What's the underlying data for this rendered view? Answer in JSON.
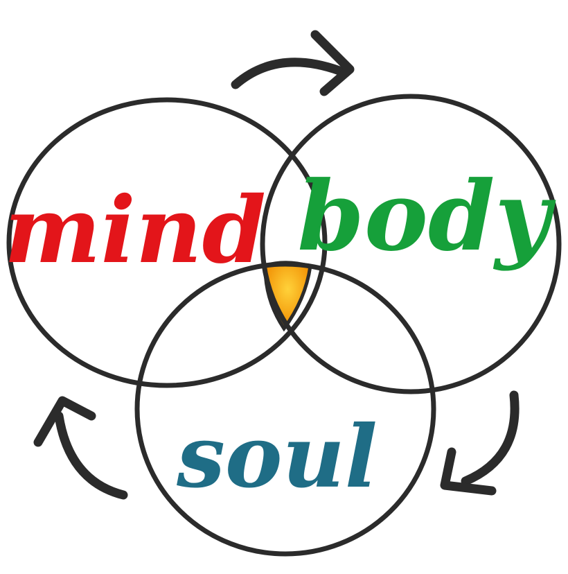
{
  "diagram": {
    "labels": {
      "mind": "mind",
      "body": "body",
      "soul": "soul"
    },
    "colors": {
      "mind": "#e3151a",
      "body": "#16a03a",
      "soul": "#1f6d86",
      "ring": "#2b2b2b",
      "center_light": "#ffc81a",
      "center_dark": "#f08c00"
    }
  }
}
